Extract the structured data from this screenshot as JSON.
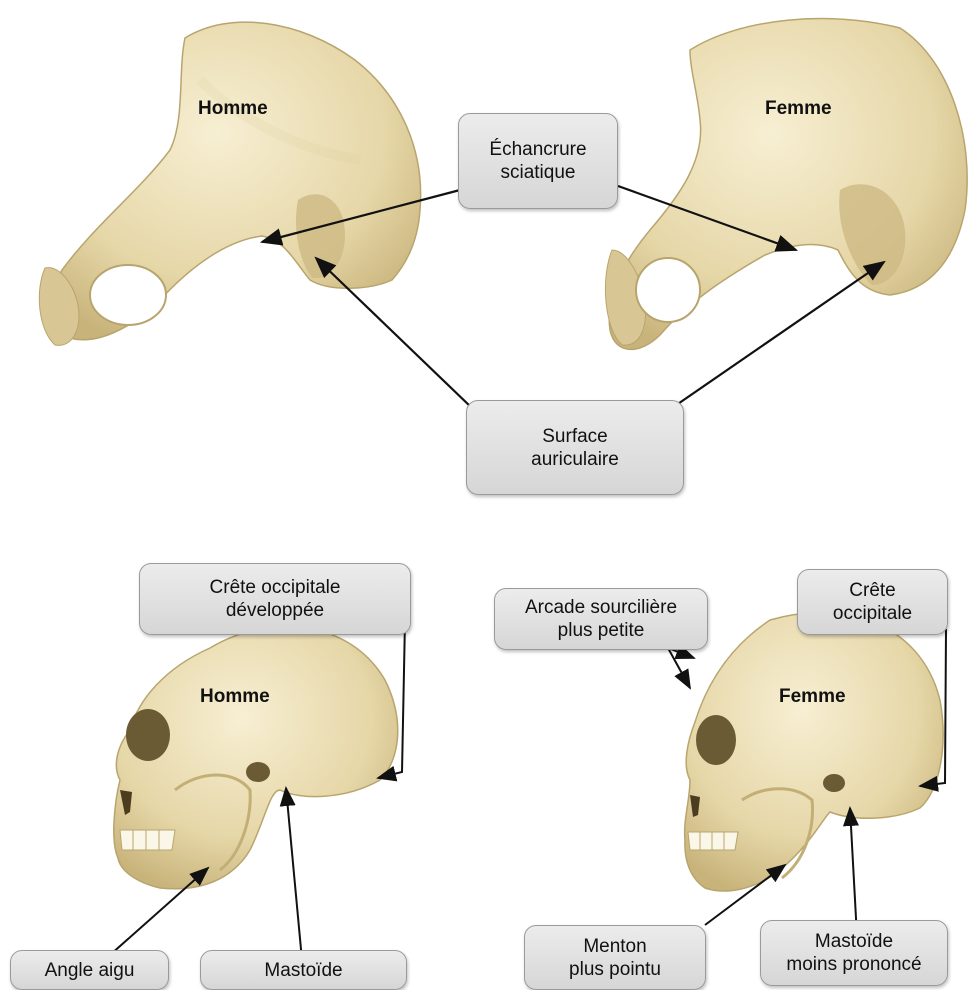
{
  "pelvis": {
    "male_label": "Homme",
    "female_label": "Femme",
    "sciatic_notch": {
      "line1": "Échancrure",
      "line2": "sciatique"
    },
    "auricular_surface": {
      "line1": "Surface",
      "line2": "auriculaire"
    }
  },
  "skull": {
    "male_label": "Homme",
    "female_label": "Femme",
    "male_occipital": {
      "line1": "Crête occipitale",
      "line2": "développée"
    },
    "female_brow": {
      "line1": "Arcade sourcilière",
      "line2": "plus petite"
    },
    "female_occipital": {
      "line1": "Crête",
      "line2": "occipitale"
    },
    "male_angle": {
      "line1": "Angle aigu"
    },
    "male_mastoid": {
      "line1": "Mastoïde"
    },
    "female_chin": {
      "line1": "Menton",
      "line2": "plus pointu"
    },
    "female_mastoid": {
      "line1": "Mastoïde",
      "line2": "moins prononcé"
    }
  },
  "colors": {
    "bone": "#e9dcb0",
    "bone_shadow": "#c9b47c",
    "bone_light": "#f6eed0",
    "callout": "#dcdcdc"
  }
}
